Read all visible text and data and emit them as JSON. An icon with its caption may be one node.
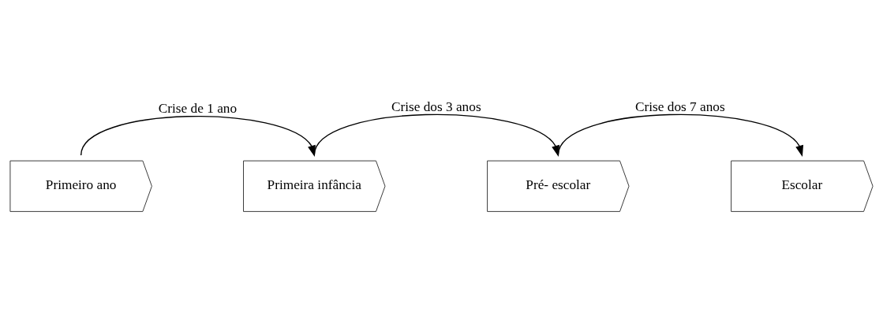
{
  "diagram": {
    "nodes": [
      {
        "text": [
          "Primeiro ano"
        ]
      },
      {
        "text": [
          "Primeira infância"
        ]
      },
      {
        "text": [
          "Pré- escolar"
        ]
      },
      {
        "text": [
          "Escolar"
        ]
      }
    ],
    "edges": [
      {
        "from": 0,
        "to": 1,
        "arrow": "to",
        "label": "Crise de 1 ano"
      },
      {
        "from": 1,
        "to": 2,
        "arrow": "to",
        "label": "Crise dos 3 anos"
      },
      {
        "from": 2,
        "to": 3,
        "arrow": "to",
        "label": "Crise dos 7 anos"
      }
    ]
  }
}
